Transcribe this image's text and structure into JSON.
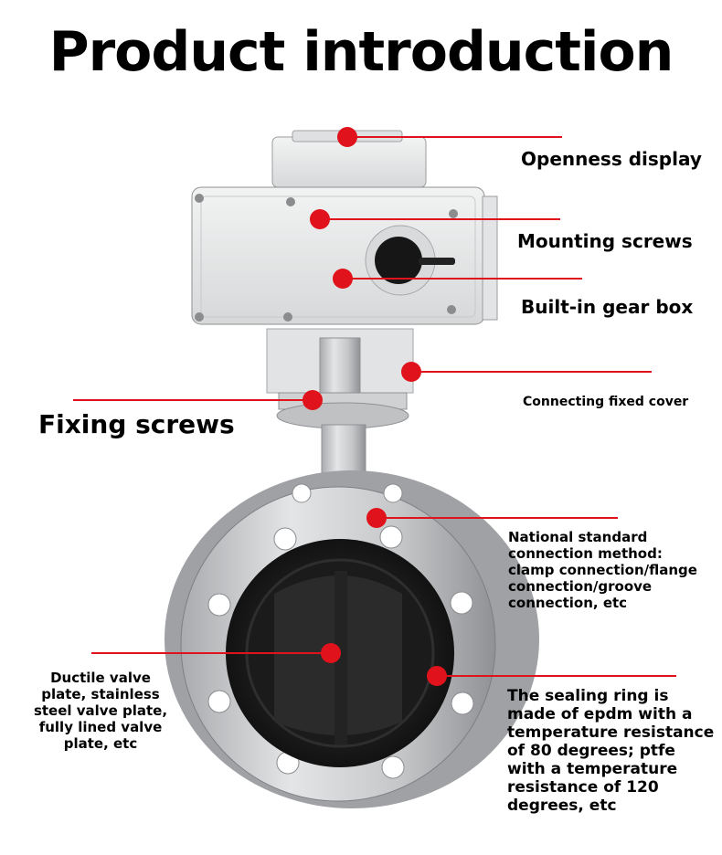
{
  "title": "Product introduction",
  "colors": {
    "callout": "#e0121b",
    "body_metal": "#c9cacc",
    "actuator": "#e9eaea",
    "seal": "#1a1a1a"
  },
  "labels": {
    "openness_display": "Openness display",
    "mounting_screws": "Mounting screws",
    "gear_box": "Built-in gear box",
    "connecting_cover": "Connecting fixed cover",
    "fixing_screws": "Fixing screws",
    "national_standard": [
      "National standard",
      "connection method:",
      "clamp connection/flange",
      "connection/groove",
      "connection, etc"
    ],
    "valve_plate": [
      "Ductile valve",
      "plate, stainless",
      "steel valve plate,",
      "fully lined valve",
      "plate, etc"
    ],
    "sealing_ring": [
      "The sealing ring is",
      "made of epdm with a",
      "temperature resistance",
      "of 80 degrees; ptfe",
      "with a temperature",
      "resistance of 120",
      "degrees, etc"
    ]
  }
}
